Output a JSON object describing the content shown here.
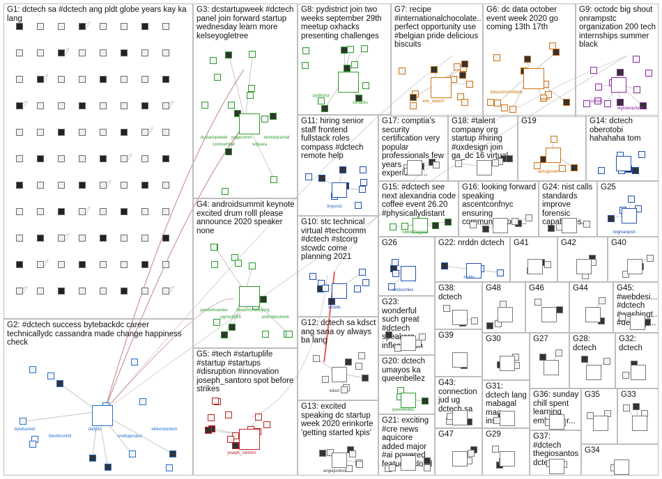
{
  "colors": {
    "panel_border": "#bdbdbd",
    "edge": "#9e9e9e",
    "edge_strong": "#a04040",
    "edge_red": "#e03030",
    "label_green": "#1a7a1a",
    "label_blue": "#1f4fb4",
    "label_red": "#c00000",
    "label_orange": "#c06000",
    "label_purple": "#7a2aa0"
  },
  "groups": [
    {
      "id": "G1",
      "title": "G1: dctech sa #dctech ang pldt globe years kay ka lang",
      "node_color": "#777777",
      "labels": []
    },
    {
      "id": "G2",
      "title": "G2: #dctech success bytebackdc career technicallydc cassandra made change happiness check",
      "node_color": "#1f6fd0",
      "labels": [
        "bytebackdc",
        "theslliconhill",
        "dallydc",
        "vinettaproject",
        "eilleentandem"
      ]
    },
    {
      "id": "G3",
      "title": "G3: dcstartupweek #dctech panel join forward startup wednesday learn more kelseyogletree",
      "node_color": "#2a9a2a",
      "labels": [
        "dcstartupweek",
        "corrinember",
        "pagecomm",
        "wbjsara",
        "ioretskyrachel"
      ]
    },
    {
      "id": "G4",
      "title": "G4: androidsummit keynote excited drum rolll please announce 2020 speaker none",
      "node_color": "#2a9a2a",
      "labels": [
        "jaredelexander",
        "jayroo5245",
        "devcommunityorg",
        "androidsummit"
      ]
    },
    {
      "id": "G5",
      "title": "G5: #tech #startuplife #startup #startups #disruption #innovation joseph_santoro spot before strikes",
      "node_color": "#c02020",
      "labels": [
        "joseph_santoro"
      ]
    },
    {
      "id": "G6",
      "title": "G6: dc data october event week 2020 go coming 13th 17th",
      "node_color": "#d07010",
      "labels": [
        "datacommunitydc",
        "atatic"
      ]
    },
    {
      "id": "G7",
      "title": "G7: recipe #internationalchocolate... perfect opportunity use #belgian pride delicious biscuits",
      "node_color": "#d07010",
      "labels": [
        "erik_dutech"
      ]
    },
    {
      "id": "G8",
      "title": "G8: pydistrict join two weeks september 29th meetup oxhacks presenting challenges",
      "node_color": "#2a9a2a",
      "labels": [
        "pydistrict",
        "oxhacks"
      ]
    },
    {
      "id": "G9",
      "title": "G9: octodc big shout onrampstc organization 200 tech internships summer black",
      "node_color": "#8a2aa0",
      "labels": [
        "octodc",
        "digitalequitydc"
      ]
    },
    {
      "id": "G10",
      "title": "G10: stc technical virtual #techcomm #dctech #stcorg stcwdc come planning 2021",
      "node_color": "#1f4fb4",
      "labels": [
        "stcwdc"
      ]
    },
    {
      "id": "G11",
      "title": "G11: hiring senior staff frontend fullstack roles compass #dctech remote help",
      "node_color": "#1f4fb4",
      "labels": [
        "troycroz"
      ]
    },
    {
      "id": "G12",
      "title": "G12: dctech sa kdsct ang sana oy always ba lang",
      "node_color": "#777777",
      "labels": [
        "kdsct"
      ]
    },
    {
      "id": "G13",
      "title": "G13: excited speaking dc startup week 2020 erinkorte 'getting started kpis'",
      "node_color": "#777777",
      "labels": [
        "angiejustino"
      ]
    },
    {
      "id": "G14",
      "title": "G14: dctech oberotobi hahahaha tom",
      "node_color": "#1f4fb4",
      "labels": []
    },
    {
      "id": "G15",
      "title": "G15: #dctech see next alexandria code coffee event 26.20 #physicallydistant",
      "node_color": "#2a9a2a",
      "labels": [
        "robbiethegeek"
      ]
    },
    {
      "id": "G16",
      "title": "G16: looking forward speaking ascentconfnyc ensuring communications...",
      "node_color": "#777777",
      "labels": []
    },
    {
      "id": "G17",
      "title": "G17: comptia's security certification very popular professionals few years experience...",
      "node_color": "#777777",
      "labels": []
    },
    {
      "id": "G18",
      "title": "G18: #talent company org startup #hiring #uxdesign join ga_dc 16 virtual",
      "node_color": "#777777",
      "labels": []
    },
    {
      "id": "G19",
      "title": "G19",
      "node_color": "#d07010",
      "labels": [
        "iamcjpower"
      ]
    },
    {
      "id": "G20",
      "title": "G20: dctech umayos ka queenbellez",
      "node_color": "#2a9a2a",
      "labels": [
        "queenbellez"
      ]
    },
    {
      "id": "G21",
      "title": "G21: exciting #cre news aquicore added major #ai powered features cloud",
      "node_color": "#777777",
      "labels": []
    },
    {
      "id": "G22",
      "title": "G22: nrddn dctech",
      "node_color": "#1f4fb4",
      "labels": [
        "nrddn"
      ]
    },
    {
      "id": "G23",
      "title": "G23: wonderful such great #dctech speakers inflectracon",
      "node_color": "#777777",
      "labels": []
    },
    {
      "id": "G24",
      "title": "G24: nist calls standards improve forensic capabilities...",
      "node_color": "#777777",
      "labels": []
    },
    {
      "id": "G25",
      "title": "G25",
      "node_color": "#1f4fb4",
      "labels": [
        "kilgmanjosh"
      ]
    },
    {
      "id": "G26",
      "title": "G26",
      "node_color": "#1f4fb4",
      "labels": [
        "erickcorlies"
      ]
    },
    {
      "id": "G27",
      "title": "G27",
      "node_color": "#777777",
      "labels": []
    },
    {
      "id": "G28",
      "title": "G28: dctech",
      "node_color": "#777777",
      "labels": []
    },
    {
      "id": "G29",
      "title": "G29",
      "node_color": "#777777",
      "labels": []
    },
    {
      "id": "G30",
      "title": "G30",
      "node_color": "#777777",
      "labels": []
    },
    {
      "id": "G31",
      "title": "G31: dctech lang mabagal mag install...",
      "node_color": "#777777",
      "labels": []
    },
    {
      "id": "G32",
      "title": "G32: dctech",
      "node_color": "#777777",
      "labels": []
    },
    {
      "id": "G33",
      "title": "G33",
      "node_color": "#777777",
      "labels": []
    },
    {
      "id": "G34",
      "title": "G34",
      "node_color": "#777777",
      "labels": []
    },
    {
      "id": "G35",
      "title": "G35",
      "node_color": "#777777",
      "labels": []
    },
    {
      "id": "G36",
      "title": "G36: sunday chill spent learning embroider...",
      "node_color": "#777777",
      "labels": []
    },
    {
      "id": "G37",
      "title": "G37: #dctech thegiosantos dctech",
      "node_color": "#777777",
      "labels": []
    },
    {
      "id": "G38",
      "title": "G38: dctech",
      "node_color": "#777777",
      "labels": []
    },
    {
      "id": "G39",
      "title": "G39",
      "node_color": "#777777",
      "labels": []
    },
    {
      "id": "G40",
      "title": "G40",
      "node_color": "#777777",
      "labels": []
    },
    {
      "id": "G41",
      "title": "G41",
      "node_color": "#777777",
      "labels": []
    },
    {
      "id": "G42",
      "title": "G42",
      "node_color": "#777777",
      "labels": []
    },
    {
      "id": "G43",
      "title": "G43: connection jud ug dctech sa",
      "node_color": "#777777",
      "labels": []
    },
    {
      "id": "G44",
      "title": "G44",
      "node_color": "#777777",
      "labels": []
    },
    {
      "id": "G45",
      "title": "G45: #webdesi... #dctech #washingt... #develop...",
      "node_color": "#777777",
      "labels": []
    },
    {
      "id": "G46",
      "title": "G46",
      "node_color": "#777777",
      "labels": []
    },
    {
      "id": "G47",
      "title": "G47",
      "node_color": "#777777",
      "labels": []
    },
    {
      "id": "G48",
      "title": "G48",
      "node_color": "#777777",
      "labels": []
    }
  ]
}
